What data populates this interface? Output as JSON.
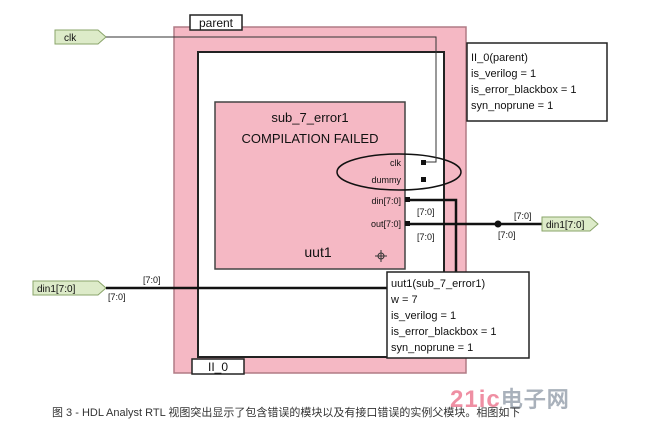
{
  "diagram": {
    "parent_label": "parent",
    "instance_label": "II_0",
    "sub_block": {
      "name": "sub_7_error1",
      "status": "COMPILATION FAILED",
      "instance": "uut1",
      "ports": {
        "clk": "clk",
        "dummy": "dummy",
        "din": "din[7:0]",
        "out": "out[7:0]"
      }
    },
    "inputs": {
      "clk": "clk",
      "din": "din1[7:0]"
    },
    "output": "din1[7:0]",
    "bus_labels": {
      "din_in_top": "[7:0]",
      "din_in_bottom": "[7:0]",
      "din_port": "[7:0]",
      "out_port": "[7:0]",
      "out_right_top": "[7:0]",
      "out_right_bottom": "[7:0]"
    },
    "parent_info": {
      "title": "II_0(parent)",
      "lines": [
        "is_verilog = 1",
        "is_error_blackbox = 1",
        "syn_noprune = 1"
      ]
    },
    "uut_info": {
      "title": "uut1(sub_7_error1)",
      "lines": [
        "w = 7",
        "is_verilog = 1",
        "is_error_blackbox = 1",
        "syn_noprune = 1"
      ]
    },
    "colors": {
      "pink": "#f5b8c4",
      "pink_border": "#b07b85",
      "arrow_fill": "#ddebc9",
      "arrow_stroke": "#8aa46a"
    },
    "icons": [
      "crosshair-icon"
    ]
  },
  "caption": "图 3 - HDL Analyst RTL 视图突出显示了包含错误的模块以及有接口错误的实例父模块。相图如下",
  "watermark": {
    "brand_a": "21ic",
    "brand_b": "电子网"
  }
}
